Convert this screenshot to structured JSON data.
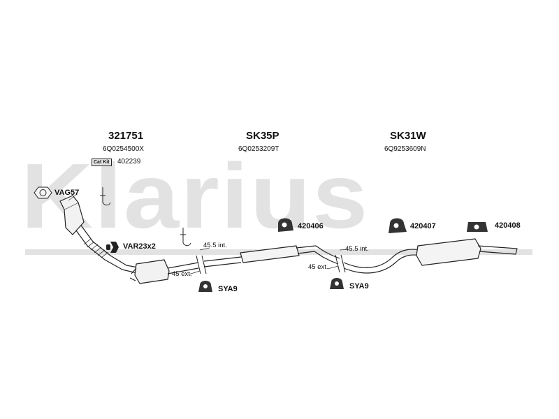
{
  "watermark": "Klarius",
  "parts": {
    "cat": {
      "number": "321751",
      "oem": "6Q0254500X",
      "catkit_badge": "Cat Kit",
      "catkit_number": "402239"
    },
    "middle": {
      "number": "SK35P",
      "oem": "6Q0253209T"
    },
    "rear": {
      "number": "SK31W",
      "oem": "6Q9253609N"
    }
  },
  "fittings": {
    "vag": "VAG57",
    "var": "VAR23x2",
    "clamp_1": "SYA9",
    "clamp_2": "SYA9",
    "mount_1": "420406",
    "mount_2": "420407",
    "mount_3": "420408"
  },
  "dimensions": {
    "int_1": "45.5 int.",
    "ext_1": "45 ext.",
    "int_2": "45.5 int.",
    "ext_2": "45 ext."
  }
}
